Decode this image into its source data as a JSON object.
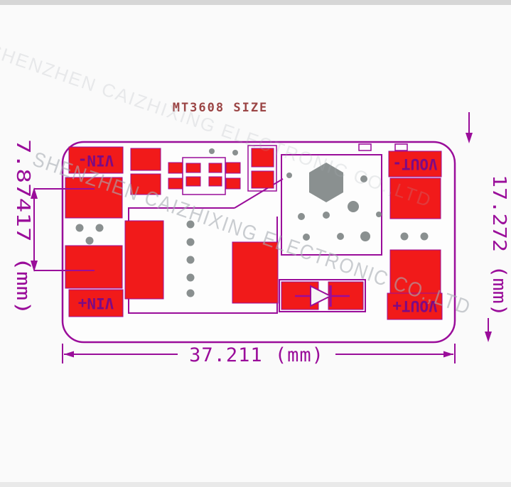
{
  "title": "MT3608  SIZE",
  "watermark": "SHENZHEN CAIZHIXING ELECTRONIC CO.,LTD",
  "board": {
    "labels": {
      "vin_minus": "VIN-",
      "vin_plus": "VIN+",
      "vout_minus": "VOUT-",
      "vout_plus": "VOUT+"
    }
  },
  "dimensions": {
    "height_left": "7.87417 (mm)",
    "height_right": "17.272 (mm)",
    "width_bottom": "37.211 (mm)"
  },
  "colors": {
    "line_purple": "#9a0d9a",
    "pad_red": "#f11a1a",
    "via_gray": "#8a9090",
    "title_red": "#9b4545",
    "watermark_gray": "#a7adb3"
  }
}
